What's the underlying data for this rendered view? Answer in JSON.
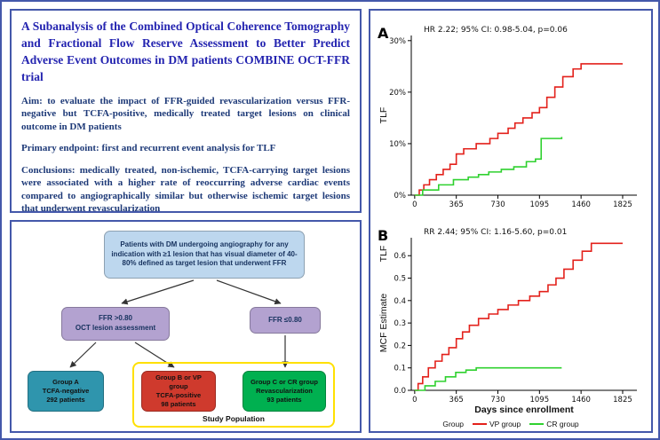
{
  "theme": {
    "panel-border": "#4458aa",
    "title-color": "#2424b0",
    "body-color": "#1e3a78",
    "flow-text": "#17325e"
  },
  "summary": {
    "title": "A Subanalysis of the Combined Optical Coherence Tomography and Fractional Flow Reserve Assessment to Better Predict Adverse Event Outcomes in DM patients COMBINE OCT-FFR trial",
    "aim": "Aim: to evaluate the impact of FFR-guided revascularization versus FFR-negative but TCFA-positive, medically treated target lesions on clinical outcome in DM patients",
    "endpoint": "Primary endpoint: first and recurrent event analysis for TLF",
    "conclusions": "Conclusions: medically treated, non-ischemic, TCFA-carrying target lesions were associated with a higher rate of reoccurring adverse cardiac events compared to angiographically similar but otherwise ischemic target lesions that underwent revascularization"
  },
  "flowchart": {
    "top_box": "Patients with DM undergoing angiography for any indication with ≥1 lesion that has visual diameter of 40-80% defined as target lesion that underwent FFR",
    "ffr_high": "FFR >0.80\nOCT lesion assessment",
    "ffr_low": "FFR ≤0.80",
    "group_a": "Group A\nTCFA-negative\n292 patients",
    "group_b": "Group B or VP group\nTCFA-positive\n98 patients",
    "group_c": "Group C or CR group\nRevascularization\n93 patients",
    "study_population": "Study Population",
    "colors": {
      "top_box": "#bdd7ee",
      "ffr_box": "#b3a2d0",
      "group_a": "#2f95ad",
      "group_b": "#cf3a2d",
      "group_c": "#00b050",
      "study_outline": "#ffe000"
    }
  },
  "legend": {
    "title": "Group",
    "entries": [
      {
        "label": "VP group",
        "color": "#e3211b"
      },
      {
        "label": "CR group",
        "color": "#2fd12f"
      }
    ]
  },
  "chart_data": [
    {
      "type": "line",
      "panel": "A",
      "annotation": "HR 2.22; 95% CI: 0.98-5.04, p=0.06",
      "ylabel": "TLF",
      "xlabel": "",
      "xlim": [
        -30,
        1950
      ],
      "ylim": [
        0,
        31
      ],
      "xticks": [
        0,
        365,
        730,
        1095,
        1460,
        1825
      ],
      "yticks": [
        0,
        10,
        20,
        30
      ],
      "ytick_labels": [
        "0%",
        "10%",
        "20%",
        "30%"
      ],
      "grid": false,
      "legend_position": "bottom",
      "series": [
        {
          "name": "VP group",
          "color": "#e3211b",
          "points": [
            [
              0,
              0
            ],
            [
              40,
              1
            ],
            [
              80,
              2
            ],
            [
              130,
              3
            ],
            [
              190,
              4
            ],
            [
              250,
              5
            ],
            [
              310,
              6
            ],
            [
              365,
              8
            ],
            [
              430,
              9
            ],
            [
              540,
              10
            ],
            [
              660,
              11
            ],
            [
              730,
              12
            ],
            [
              820,
              13
            ],
            [
              880,
              14
            ],
            [
              950,
              15
            ],
            [
              1030,
              16
            ],
            [
              1095,
              17
            ],
            [
              1160,
              19
            ],
            [
              1230,
              21
            ],
            [
              1300,
              23
            ],
            [
              1390,
              24.5
            ],
            [
              1460,
              25.5
            ],
            [
              1825,
              25.5
            ]
          ]
        },
        {
          "name": "CR group",
          "color": "#2fd12f",
          "points": [
            [
              0,
              0
            ],
            [
              70,
              1
            ],
            [
              210,
              2
            ],
            [
              340,
              3
            ],
            [
              470,
              3.5
            ],
            [
              560,
              4
            ],
            [
              650,
              4.5
            ],
            [
              760,
              5
            ],
            [
              870,
              5.5
            ],
            [
              980,
              6.5
            ],
            [
              1060,
              7
            ],
            [
              1110,
              11
            ],
            [
              1290,
              11.3
            ]
          ]
        }
      ]
    },
    {
      "type": "line",
      "panel": "B",
      "annotation": "RR 2.44; 95% CI: 1.16-5.60, p=0.01",
      "ylabel": "MCF Estimate",
      "ylabel_secondary": "TLF",
      "xlabel": "Days since enrollment",
      "xlim": [
        -30,
        1950
      ],
      "ylim": [
        0,
        0.68
      ],
      "xticks": [
        0,
        365,
        730,
        1095,
        1460,
        1825
      ],
      "yticks": [
        0,
        0.1,
        0.2,
        0.3,
        0.4,
        0.5,
        0.6
      ],
      "ytick_labels": [
        "0.0",
        "0.1",
        "0.2",
        "0.3",
        "0.4",
        "0.5",
        "0.6"
      ],
      "grid": false,
      "legend_position": "bottom",
      "series": [
        {
          "name": "VP group",
          "color": "#e3211b",
          "points": [
            [
              0,
              0
            ],
            [
              30,
              0.03
            ],
            [
              70,
              0.06
            ],
            [
              120,
              0.1
            ],
            [
              180,
              0.13
            ],
            [
              240,
              0.16
            ],
            [
              300,
              0.19
            ],
            [
              365,
              0.23
            ],
            [
              420,
              0.26
            ],
            [
              480,
              0.29
            ],
            [
              560,
              0.32
            ],
            [
              650,
              0.34
            ],
            [
              730,
              0.36
            ],
            [
              820,
              0.38
            ],
            [
              910,
              0.4
            ],
            [
              1010,
              0.42
            ],
            [
              1095,
              0.44
            ],
            [
              1170,
              0.47
            ],
            [
              1240,
              0.5
            ],
            [
              1310,
              0.54
            ],
            [
              1390,
              0.58
            ],
            [
              1470,
              0.62
            ],
            [
              1550,
              0.655
            ],
            [
              1825,
              0.655
            ]
          ]
        },
        {
          "name": "CR group",
          "color": "#2fd12f",
          "points": [
            [
              0,
              0
            ],
            [
              90,
              0.02
            ],
            [
              180,
              0.04
            ],
            [
              270,
              0.06
            ],
            [
              360,
              0.08
            ],
            [
              450,
              0.09
            ],
            [
              540,
              0.1
            ],
            [
              1290,
              0.1
            ]
          ]
        }
      ]
    }
  ]
}
